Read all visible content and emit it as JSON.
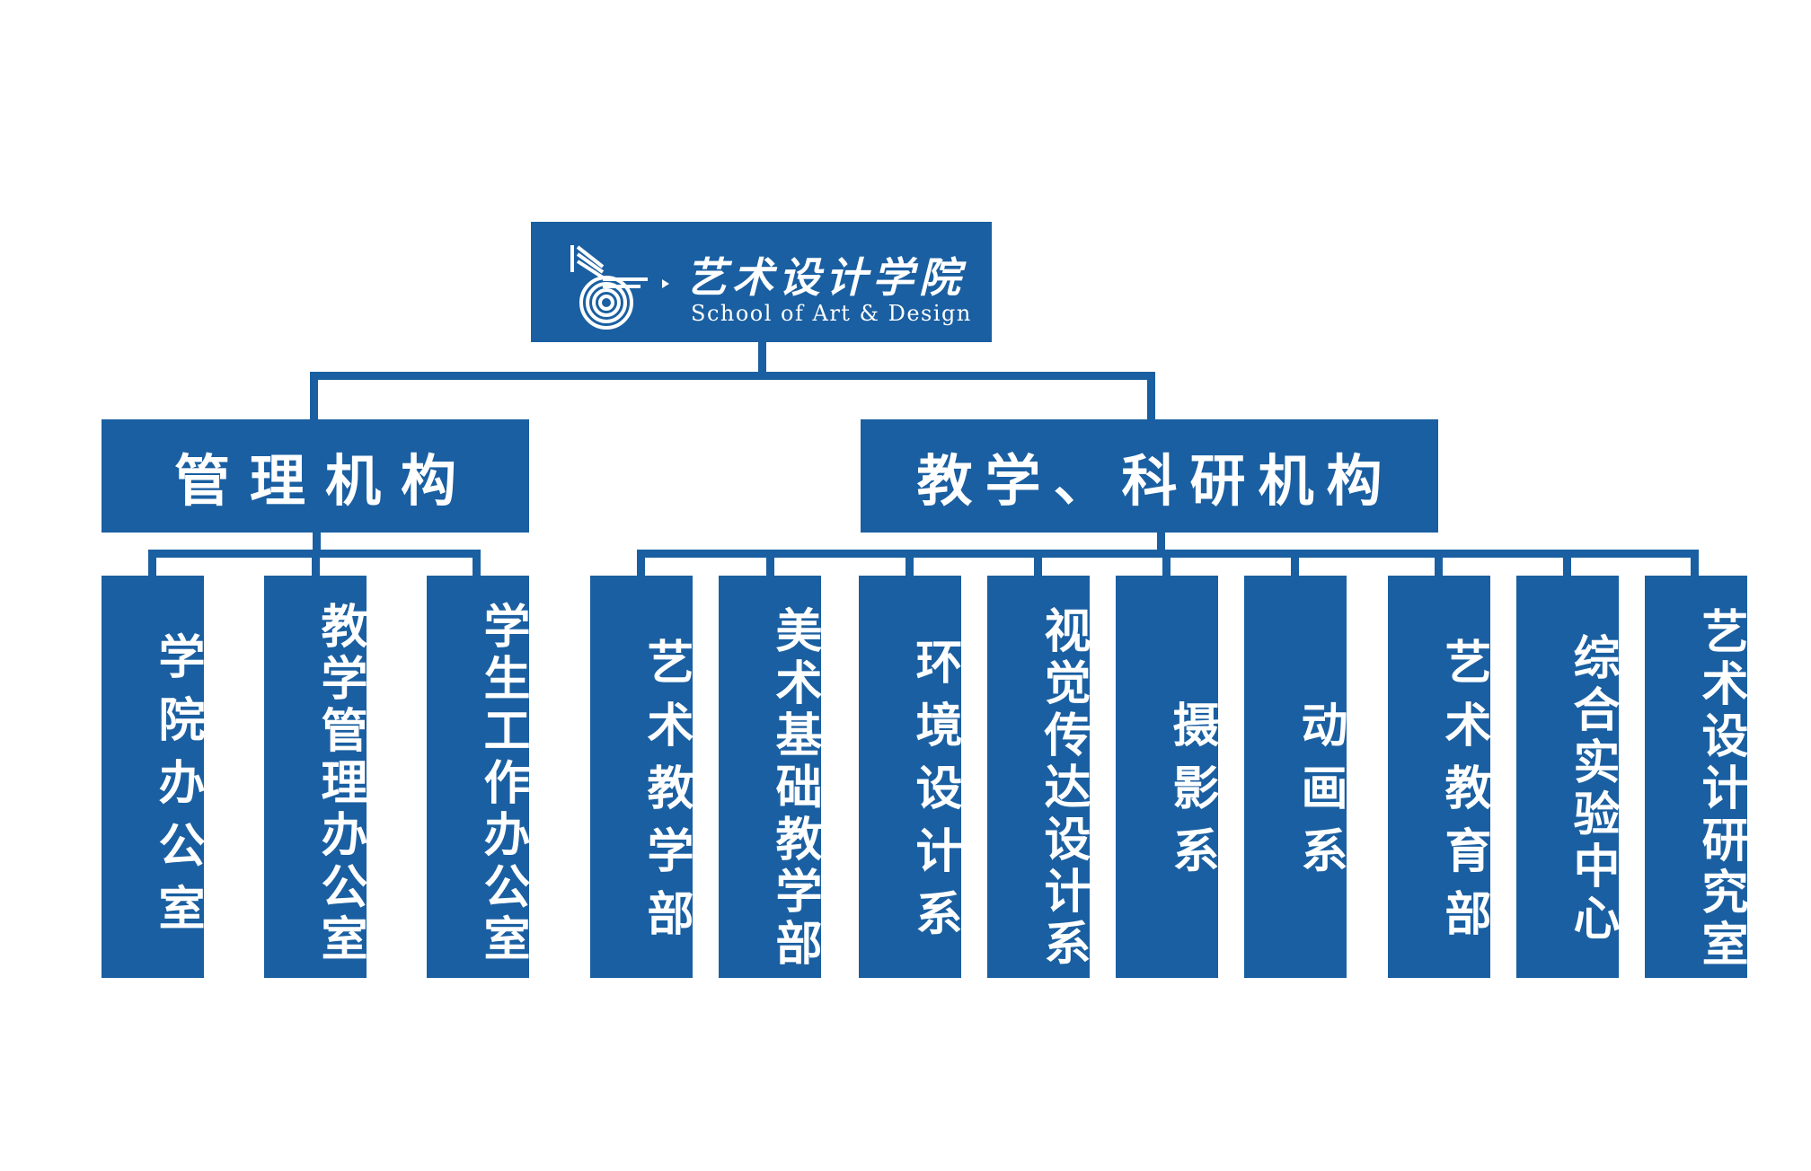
{
  "root": {
    "name_cn": "艺术设计学院",
    "name_en": "School of Art & Design",
    "logo_icon": "school-emblem-icon"
  },
  "groups": [
    {
      "label": "管理机构",
      "children": [
        "学院办公室",
        "教学管理办公室",
        "学生工作办公室"
      ]
    },
    {
      "label": "教学、科研机构",
      "children": [
        "艺术教学部",
        "美术基础教学部",
        "环境设计系",
        "视觉传达设计系",
        "摄影系",
        "动画系",
        "艺术教育部",
        "综合实验中心",
        "艺术设计研究室"
      ]
    }
  ],
  "colors": {
    "box": "#1a5fa1",
    "text": "#ffffff",
    "background": "#ffffff"
  }
}
